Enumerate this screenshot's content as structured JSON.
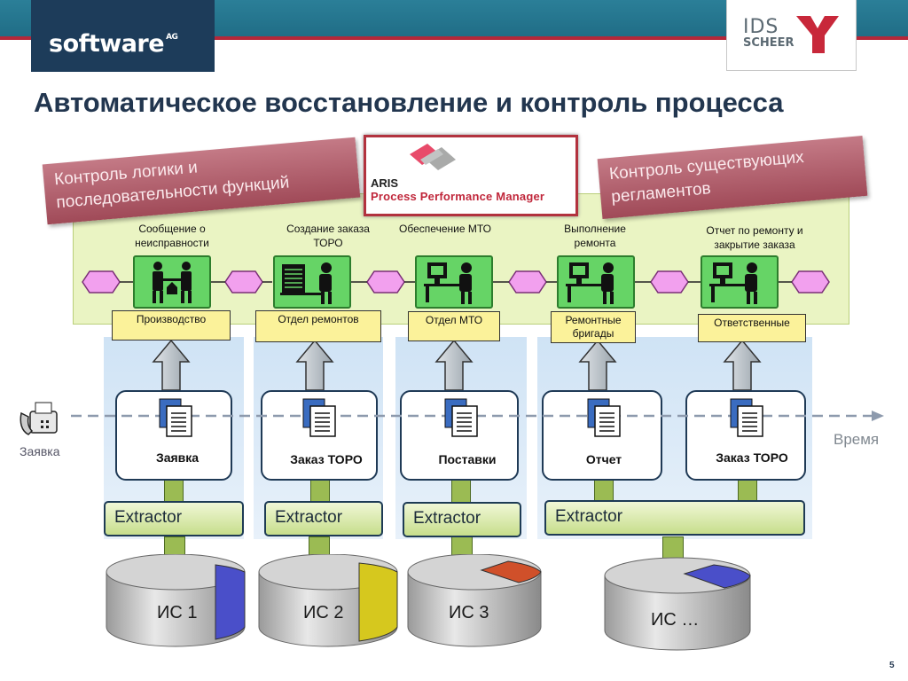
{
  "header": {
    "software_logo": "software",
    "software_ag": "AG",
    "ids_line1": "IDS",
    "ids_line2": "SCHEER",
    "title": "Автоматическое восстановление и контроль процесса"
  },
  "banners": {
    "left": "Контроль логики и последовательности функций",
    "right": "Контроль существующих регламентов"
  },
  "aris": {
    "name": "ARIS",
    "product": "Process Performance Manager"
  },
  "steps": [
    {
      "label": "Сообщение о неисправности",
      "icon": "handshake-people-icon",
      "org": "Производство"
    },
    {
      "label": "Создание заказа ТОРО",
      "icon": "office-worker-icon",
      "org": "Отдел  ремонтов"
    },
    {
      "label": "Обеспечение МТО",
      "icon": "computer-worker-icon",
      "org": "Отдел МТО"
    },
    {
      "label": "Выполнение ремонта",
      "icon": "computer-worker-icon",
      "org": "Ремонтные бригады"
    },
    {
      "label": "Отчет по ремонту и закрытие заказа",
      "icon": "computer-worker-icon",
      "org": "Ответственные"
    }
  ],
  "documents": [
    "Заявка",
    "Заказ ТОРО",
    "Поставки",
    "Отчет",
    "Заказ ТОРО"
  ],
  "extractors": [
    "Extractor",
    "Extractor",
    "Extractor",
    "Extractor"
  ],
  "databases": [
    {
      "label": "ИС 1",
      "accent": "#4a4fc9"
    },
    {
      "label": "ИС 2",
      "accent": "#d6c81e"
    },
    {
      "label": "ИС 3",
      "accent": "#d0502a"
    },
    {
      "label": "ИС …",
      "accent": "#4a4fc9"
    }
  ],
  "timeline": {
    "label": "Время",
    "start_label": "Заявка",
    "start_icon": "fax-phone-icon"
  },
  "page_number": "5",
  "colors": {
    "title": "#22364f",
    "header_band": "#1f6c85",
    "accent_red": "#b3283a",
    "function_green": "#66d466",
    "event_pink": "#f2a0ee",
    "org_yellow": "#fbf29a",
    "panel_green": "#eaf4c3"
  }
}
